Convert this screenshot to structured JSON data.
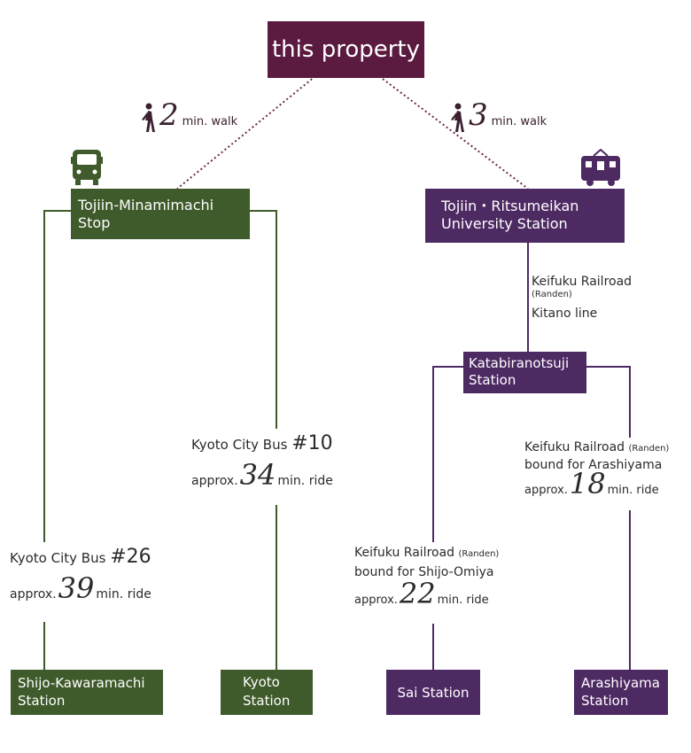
{
  "origin": {
    "title": "this property"
  },
  "walks": {
    "left": {
      "minutes": "2",
      "unit": "min. walk"
    },
    "right": {
      "minutes": "3",
      "unit": "min. walk"
    }
  },
  "stops": {
    "bus_stop": {
      "line1": "Tojiin-Minamimachi",
      "line2": "Stop"
    },
    "train_station": {
      "line1": "Tojiin・Ritsumeikan",
      "line2": "University Station"
    },
    "katabiranotsuji": {
      "line1": "Katabiranotsuji",
      "line2": "Station"
    }
  },
  "routes": {
    "kitano": {
      "line1": "Keifuku Railroad",
      "line2": "(Randen)",
      "line3": "Kitano line"
    },
    "bus26": {
      "name": "Kyoto City Bus ",
      "number": "#26",
      "prefix": "approx.",
      "minutes": "39",
      "suffix": "min. ride"
    },
    "bus10": {
      "name": "Kyoto City Bus ",
      "number": "#10",
      "prefix": "approx.",
      "minutes": "34",
      "suffix": "min. ride"
    },
    "shijo_omiya": {
      "name": "Keifuku Railroad",
      "paren": "(Randen)",
      "bound": "bound for Shijo-Omiya",
      "prefix": "approx.",
      "minutes": "22",
      "suffix": "min. ride"
    },
    "arashiyama": {
      "name": "Keifuku Railroad",
      "paren": "(Randen)",
      "bound": "bound for Arashiyama",
      "prefix": "approx.",
      "minutes": "18",
      "suffix": "min. ride"
    }
  },
  "destinations": {
    "shijo_kawaramachi": {
      "line1": "Shijo-Kawaramachi",
      "line2": "Station"
    },
    "kyoto": {
      "line1": "Kyoto",
      "line2": "Station"
    },
    "sai": {
      "line1": "Sai Station"
    },
    "arashiyama": {
      "line1": "Arashiyama",
      "line2": "Station"
    }
  },
  "icons": [
    "walking-person-icon",
    "bus-icon",
    "train-icon"
  ],
  "colors": {
    "plum": "#5b1a3f",
    "green": "#3f5a2b",
    "purple": "#4e2a63",
    "walk_line": "#6a2a48"
  }
}
